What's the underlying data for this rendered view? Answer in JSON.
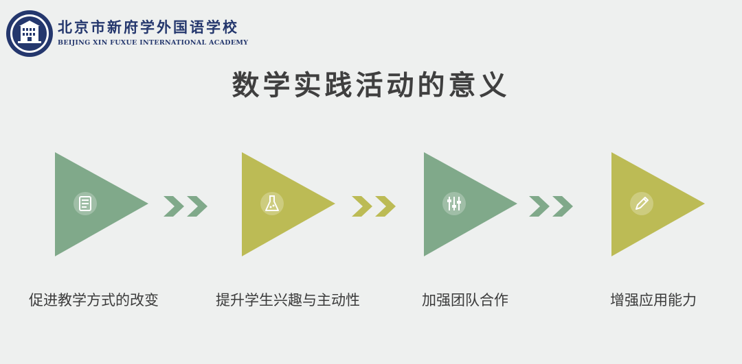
{
  "header": {
    "school_name_cn": "北京市新府学外国语学校",
    "school_name_en": "BEIJING XIN FUXUE INTERNATIONAL ACADEMY",
    "logo_icon": "school-crest-icon"
  },
  "title": "数学实践活动的意义",
  "colors": {
    "green": "#80a98a",
    "olive": "#bcbb55",
    "navy": "#24376d",
    "text": "#3b3b3b"
  },
  "steps": [
    {
      "label": "促进教学方式的改变",
      "icon": "document-icon",
      "color": "green"
    },
    {
      "label": "提升学生兴趣与主动性",
      "icon": "flask-icon",
      "color": "olive"
    },
    {
      "label": "加强团队合作",
      "icon": "sliders-icon",
      "color": "green"
    },
    {
      "label": "增强应用能力",
      "icon": "pencil-icon",
      "color": "olive"
    }
  ],
  "connectors": [
    {
      "icon": "double-chevron-right-icon",
      "color": "green"
    },
    {
      "icon": "double-chevron-right-icon",
      "color": "olive"
    },
    {
      "icon": "double-chevron-right-icon",
      "color": "green"
    }
  ]
}
